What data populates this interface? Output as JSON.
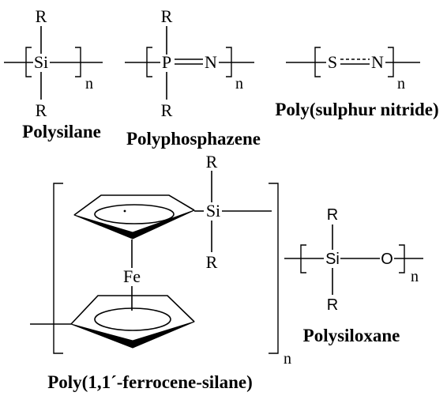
{
  "polysilane": {
    "r_top": "R",
    "atom_si": "Si",
    "r_bottom": "R",
    "subscript": "n",
    "label": "Polysilane"
  },
  "polyphosphazene": {
    "r_top": "R",
    "atom_p": "P",
    "atom_n": "N",
    "r_bottom": "R",
    "subscript": "n",
    "label": "Polyphosphazene"
  },
  "poly_sulphur_nitride": {
    "atom_s": "S",
    "atom_n": "N",
    "subscript": "n",
    "label": "Poly(sulphur nitride)"
  },
  "poly_ferrocene_silane": {
    "r_top": "R",
    "atom_si": "Si",
    "r_bottom": "R",
    "atom_fe": "Fe",
    "subscript": "n",
    "label": "Poly(1,1´-ferrocene-silane)"
  },
  "polysiloxane": {
    "r_top": "R",
    "atom_si": "Si",
    "atom_o": "O",
    "r_bottom": "R",
    "subscript": "n",
    "label": "Polysiloxane"
  },
  "colors": {
    "ink": "#000000",
    "background": "#ffffff"
  }
}
